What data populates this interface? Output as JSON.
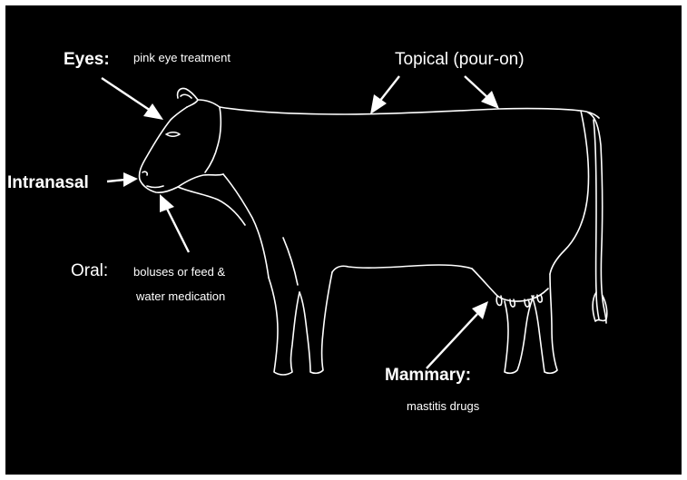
{
  "colors": {
    "background": "#000000",
    "frame": "#ffffff",
    "ink": "#ffffff"
  },
  "labels": {
    "eyes": {
      "title": "Eyes:",
      "detail": "pink eye treatment"
    },
    "topical": {
      "title": "Topical (pour-on)"
    },
    "intranasal": {
      "title": "Intranasal"
    },
    "oral": {
      "title": "Oral:",
      "detail_line1": "boluses or  feed &",
      "detail_line2": "water medication"
    },
    "mammary": {
      "title": "Mammary:",
      "detail": "mastitis drugs"
    }
  }
}
